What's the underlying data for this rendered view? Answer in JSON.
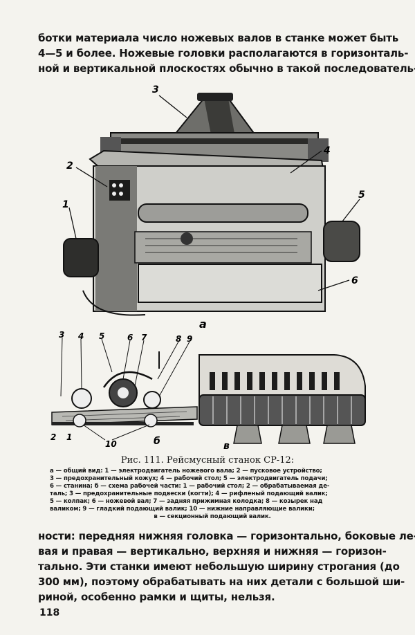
{
  "text_top": [
    "ботки материала число ножевых валов в станке может быть",
    "4—5 и более. Ножевые головки располагаются в горизонталь-",
    "ной и вертикальной плоскостях обычно в такой последователь-"
  ],
  "figure": {
    "view_a": {
      "sublabel": "а",
      "callouts": [
        "3",
        "4",
        "2",
        "5",
        "1",
        "6"
      ]
    },
    "view_b": {
      "sublabel": "б",
      "callouts": [
        "3",
        "4",
        "5",
        "6",
        "7",
        "8",
        "9",
        "2",
        "1",
        "10"
      ]
    },
    "view_v": {
      "sublabel": "в"
    },
    "caption": "Рис. 111. Рейсмусный станок СР-12:",
    "legend": [
      "а — общий вид: 1 — электродвигатель ножевого вала; 2 — пусковое устройство;",
      "3 — предохранительный кожух; 4 — рабочий стол; 5 — электродвигатель подачи;",
      "6 — станина; б — схема рабочей части: 1 — рабочий стол; 2 — обрабатываемая де-",
      "таль; 3 — предохранительные подвески (когти); 4 — рифленый подающий валик;",
      "5 — колпак; 6 — ножевой вал; 7 — задняя прижимная колодка; 8 — козырек над",
      "валиком; 9 — гладкий подающий валик; 10 — нижние направляющие валики;",
      "в — секционный подающий валик."
    ]
  },
  "text_bottom": [
    "ности: передняя нижняя головка — горизонтально, боковые ле-",
    "вая и правая — вертикально, верхняя и нижняя — горизон-",
    "тально. Эти станки имеют небольшую ширину строгания (до",
    "300 мм), поэтому обрабатывать на них детали с большой ши-",
    "риной, особенно рамки и щиты, нельзя."
  ],
  "page_number": "118"
}
